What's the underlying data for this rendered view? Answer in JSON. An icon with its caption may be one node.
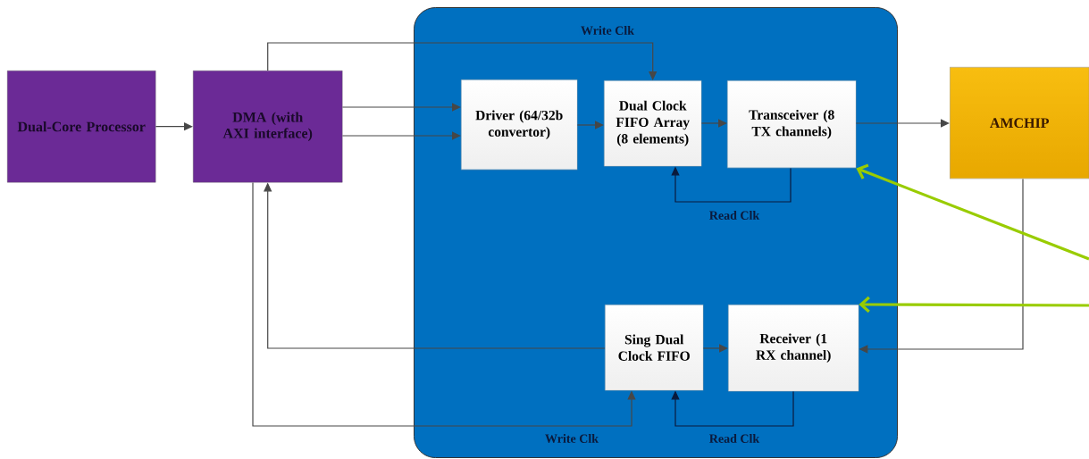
{
  "diagram": {
    "nodes": [
      {
        "text": [
          "Dual-Core Processor"
        ]
      },
      {
        "text": [
          "DMA (with AXI interface)"
        ]
      },
      {
        "text": [],
        "shape": "box"
      },
      {
        "text": [
          "Driver (64/32b convertor)"
        ],
        "in": 2
      },
      {
        "text": [
          "Dual Clock FIFO Array (8 elements)"
        ],
        "in": 2
      },
      {
        "text": [
          "Transceiver (8 TX channels)"
        ],
        "in": 2
      },
      {
        "text": [
          "AMCHIP"
        ]
      },
      {
        "text": [
          "Sing Dual Clock FIFO"
        ],
        "in": 2
      },
      {
        "text": [
          "Receiver (1 RX channel)"
        ],
        "in": 2
      }
    ],
    "edges": [
      {
        "from": 0,
        "to": 1,
        "arrow": "to"
      },
      {
        "from": 1,
        "to": 4,
        "arrow": "to",
        "label": "Write Clk"
      },
      {
        "from": 1,
        "to": 3,
        "arrow": "to"
      },
      {
        "from": 1,
        "to": 3,
        "arrow": "to"
      },
      {
        "from": 3,
        "to": 4,
        "arrow": "to"
      },
      {
        "from": 4,
        "to": 5,
        "arrow": "to"
      },
      {
        "from": 5,
        "to": 6,
        "arrow": "to"
      },
      {
        "from": 5,
        "to": 4,
        "arrow": "to",
        "label": "Read Clk",
        "color": "#0a1a3c"
      },
      {
        "from": 6,
        "to": 8,
        "arrow": "to"
      },
      {
        "from": 7,
        "to": 8,
        "arrow": "to"
      },
      {
        "from": 7,
        "to": 1,
        "arrow": "to"
      },
      {
        "from": 1,
        "to": 7,
        "arrow": "to",
        "label": "Write Clk"
      },
      {
        "from": 8,
        "to": 7,
        "arrow": "to",
        "label": "Read Clk",
        "color": "#0a1a3c"
      },
      {
        "from": null,
        "to": 5,
        "arrow": "to",
        "style": "thick",
        "color": "#99cc00"
      },
      {
        "from": null,
        "to": 8,
        "arrow": "to",
        "style": "thick",
        "color": "#99cc00"
      }
    ]
  }
}
